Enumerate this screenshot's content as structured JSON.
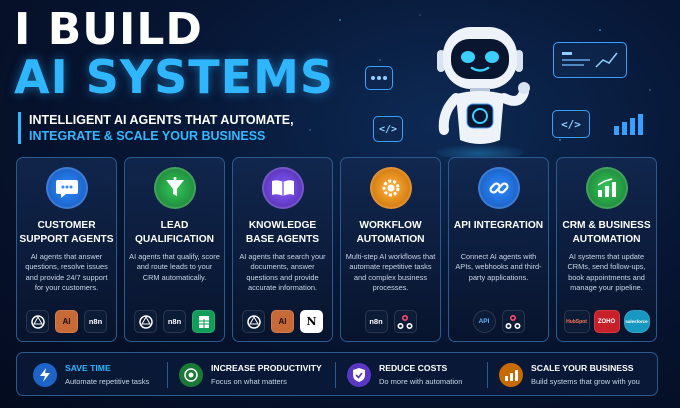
{
  "header": {
    "line1": "I BUILD",
    "line2": "AI SYSTEMS",
    "sub1": "INTELLIGENT AI AGENTS THAT AUTOMATE,",
    "sub2": "INTEGRATE & SCALE YOUR BUSINESS"
  },
  "colors": {
    "accent": "#2fb6ff",
    "background": "#071634",
    "card_border": "#2b5a8f"
  },
  "cards": [
    {
      "title": "CUSTOMER SUPPORT AGENTS",
      "description": "AI agents that answer questions, resolve issues and provide 24/7 support for your customers.",
      "icon": "chat-bubble-icon",
      "icon_color": "#2e8cff",
      "logos": [
        {
          "name": "openai-logo",
          "label": ""
        },
        {
          "name": "anthropic-logo",
          "label": "AI"
        },
        {
          "name": "n8n-logo",
          "label": "n8n"
        }
      ]
    },
    {
      "title": "LEAD QUALIFICATION",
      "description": "AI agents that qualify, score and route leads to your CRM automatically.",
      "icon": "funnel-icon",
      "icon_color": "#34c759",
      "logos": [
        {
          "name": "openai-logo",
          "label": ""
        },
        {
          "name": "n8n-logo",
          "label": "n8n"
        },
        {
          "name": "google-sheets-logo",
          "label": ""
        }
      ]
    },
    {
      "title": "KNOWLEDGE BASE AGENTS",
      "description": "AI agents that search your documents, answer questions and provide accurate information.",
      "icon": "open-book-icon",
      "icon_color": "#8a5cff",
      "logos": [
        {
          "name": "openai-logo",
          "label": ""
        },
        {
          "name": "anthropic-logo",
          "label": "AI"
        },
        {
          "name": "notion-logo",
          "label": "N"
        }
      ]
    },
    {
      "title": "WORKFLOW AUTOMATION",
      "description": "Multi-step AI workflows that automate repetitive tasks and complex business processes.",
      "icon": "gear-icon",
      "icon_color": "#ff9f1a",
      "logos": [
        {
          "name": "n8n-logo",
          "label": "n8n"
        },
        {
          "name": "webhook-logo",
          "label": ""
        }
      ]
    },
    {
      "title": "API INTEGRATION",
      "description": "Connect AI agents with APIs, webhooks and third-party applications.",
      "icon": "link-icon",
      "icon_color": "#2e8cff",
      "logos": [
        {
          "name": "api-logo",
          "label": "API"
        },
        {
          "name": "webhook-logo",
          "label": ""
        }
      ]
    },
    {
      "title": "CRM & BUSINESS AUTOMATION",
      "description": "AI systems that update CRMs, send follow-ups, book appointments and manage your pipeline.",
      "icon": "bar-chart-icon",
      "icon_color": "#34c759",
      "logos": [
        {
          "name": "hubspot-logo",
          "label": "HubSpot"
        },
        {
          "name": "zoho-logo",
          "label": "ZOHO"
        },
        {
          "name": "salesforce-logo",
          "label": "salesforce"
        }
      ]
    }
  ],
  "benefits": [
    {
      "title": "SAVE TIME",
      "desc": "Automate repetitive tasks",
      "icon": "lightning-icon",
      "color": "#2e8cff",
      "title_color": "#2fb6ff"
    },
    {
      "title": "INCREASE PRODUCTIVITY",
      "desc": "Focus on what matters",
      "icon": "target-icon",
      "color": "#34c759",
      "title_color": "#ffffff"
    },
    {
      "title": "REDUCE COSTS",
      "desc": "Do more with automation",
      "icon": "shield-check-icon",
      "color": "#8a5cff",
      "title_color": "#ffffff"
    },
    {
      "title": "SCALE YOUR BUSINESS",
      "desc": "Build systems that grow with you",
      "icon": "growth-chart-icon",
      "color": "#ff9f1a",
      "title_color": "#ffffff"
    }
  ]
}
